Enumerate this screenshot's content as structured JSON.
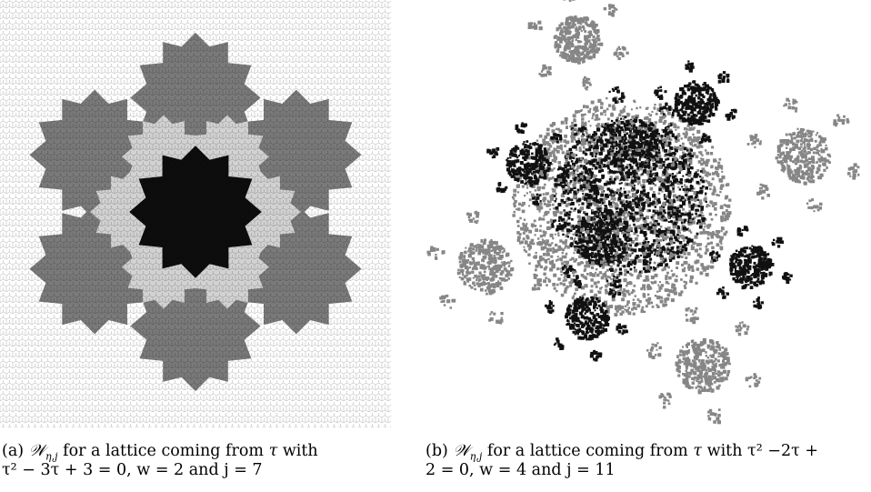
{
  "figure_a": {
    "colors": {
      "outer": "#7a7a7a",
      "middle": "#d2d2d2",
      "center": "#0d0d0d"
    },
    "caption": {
      "label": "(a)",
      "text": "for a lattice coming from",
      "line1_end": "with",
      "line2": "τ² − 3τ + 3 = 0, w = 2 and j = 7"
    }
  },
  "figure_b": {
    "colors": {
      "grey": "#868686",
      "black": "#111111"
    },
    "caption": {
      "label": "(b)",
      "text": "for a lattice coming from",
      "line1_end": "with τ² −2τ +",
      "line2": "2 = 0, w = 4 and j = 11"
    }
  }
}
